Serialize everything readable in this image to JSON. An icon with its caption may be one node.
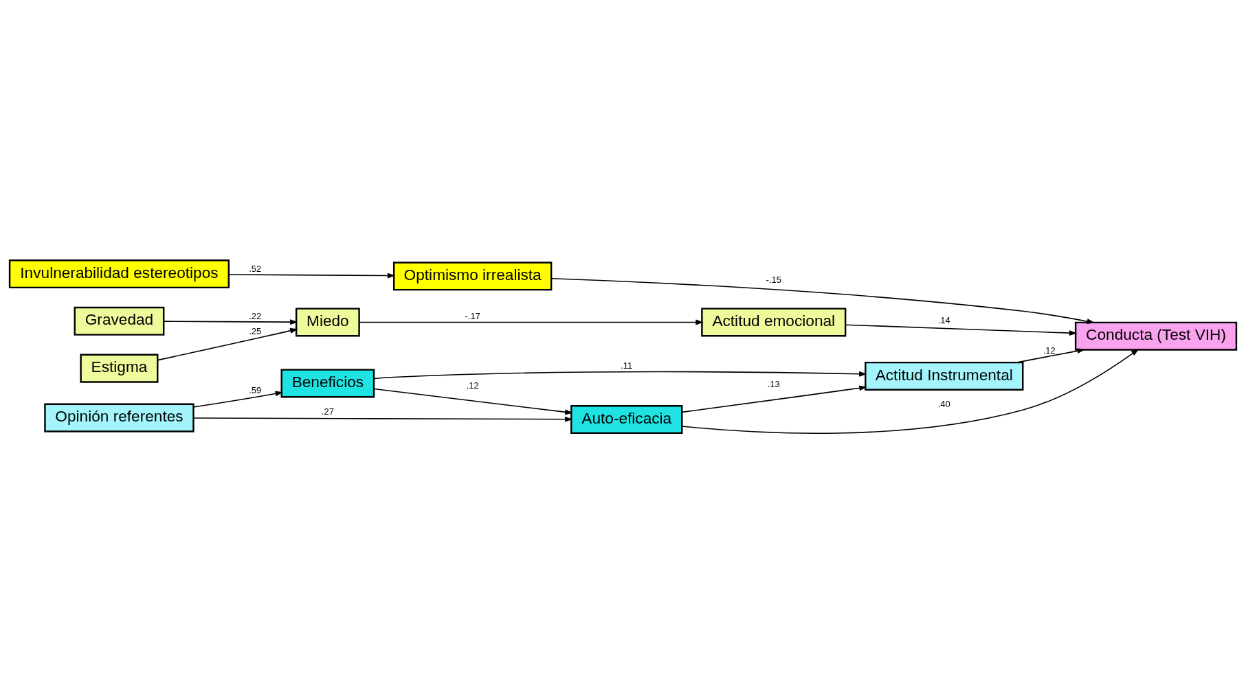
{
  "diagram": {
    "nodes": [
      {
        "text": [
          "Gravedad"
        ]
      },
      {
        "text": [
          "Estigma"
        ]
      },
      {
        "text": [
          "Miedo"
        ]
      },
      {
        "text": [
          "Actitud emocional"
        ]
      },
      {
        "text": [
          "Invulnerabilidad estereotipos"
        ]
      },
      {
        "text": [
          "Optimismo irrealista"
        ]
      },
      {
        "text": [
          "Conducta (Test VIH)"
        ]
      },
      {
        "text": [
          "Opinión referentes"
        ]
      },
      {
        "text": [
          "Auto-eficacia"
        ]
      },
      {
        "text": [
          "Beneficios"
        ]
      },
      {
        "text": [
          "Actitud Instrumental"
        ]
      }
    ],
    "edges": [
      {
        "from": 0,
        "to": 2,
        "arrow": "to",
        "label": ".22"
      },
      {
        "from": 1,
        "to": 2,
        "arrow": "to",
        "label": ".25"
      },
      {
        "from": 2,
        "to": 3,
        "arrow": "to",
        "label": "-.17"
      },
      {
        "from": 3,
        "to": 6,
        "arrow": "to",
        "label": ".14"
      },
      {
        "from": 4,
        "to": 5,
        "arrow": "to",
        "label": ".52"
      },
      {
        "from": 5,
        "to": 6,
        "arrow": "to",
        "label": "-.15"
      },
      {
        "from": 8,
        "to": 6,
        "arrow": "to",
        "label": ".40"
      },
      {
        "from": 7,
        "to": 8,
        "arrow": "to",
        "label": ".27"
      },
      {
        "from": 7,
        "to": 9,
        "arrow": "to",
        "label": ".59"
      },
      {
        "from": 9,
        "to": 8,
        "arrow": "to",
        "label": ".12"
      },
      {
        "from": 8,
        "to": 10,
        "arrow": "to",
        "label": ".13"
      },
      {
        "from": 9,
        "to": 10,
        "arrow": "to",
        "label": ".11"
      },
      {
        "from": 10,
        "to": 6,
        "arrow": "to",
        "label": ".12"
      }
    ]
  }
}
